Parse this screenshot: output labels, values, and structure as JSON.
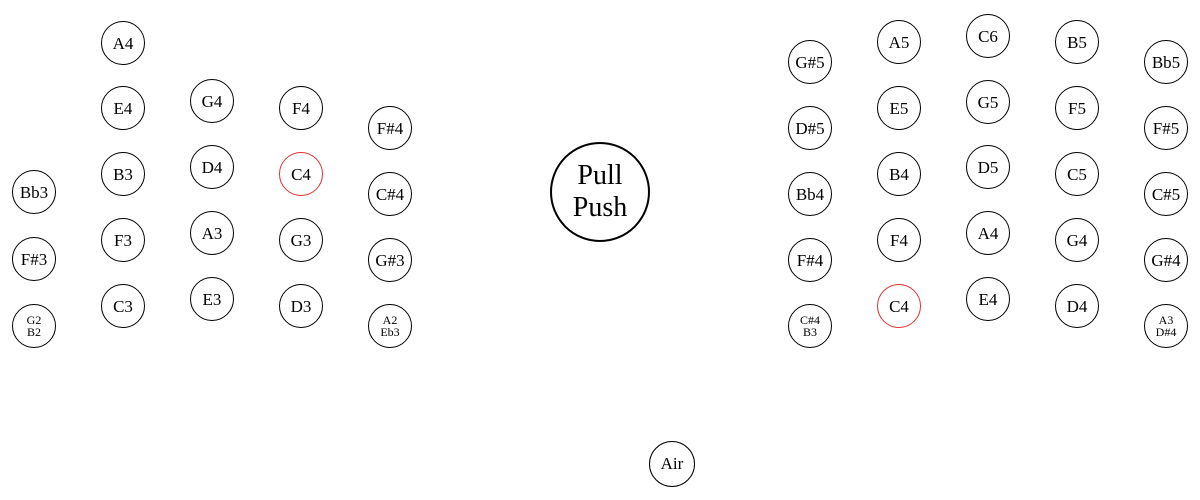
{
  "accent_color": "#e03030",
  "bellows": {
    "line1": "Pull",
    "line2": "Push"
  },
  "air": {
    "label": "Air"
  },
  "left_buttons": [
    {
      "id": "l-a4",
      "labels": [
        "A4"
      ]
    },
    {
      "id": "l-e4",
      "labels": [
        "E4"
      ]
    },
    {
      "id": "l-b3",
      "labels": [
        "B3"
      ]
    },
    {
      "id": "l-f3",
      "labels": [
        "F3"
      ]
    },
    {
      "id": "l-c3",
      "labels": [
        "C3"
      ]
    },
    {
      "id": "l-g4",
      "labels": [
        "G4"
      ]
    },
    {
      "id": "l-d4",
      "labels": [
        "D4"
      ]
    },
    {
      "id": "l-a3",
      "labels": [
        "A3"
      ]
    },
    {
      "id": "l-e3",
      "labels": [
        "E3"
      ]
    },
    {
      "id": "l-f4",
      "labels": [
        "F4"
      ]
    },
    {
      "id": "l-c4",
      "labels": [
        "C4"
      ],
      "accent": true
    },
    {
      "id": "l-g3",
      "labels": [
        "G3"
      ]
    },
    {
      "id": "l-d3",
      "labels": [
        "D3"
      ]
    },
    {
      "id": "l-bb3",
      "labels": [
        "Bb3"
      ]
    },
    {
      "id": "l-fs3",
      "labels": [
        "F#3"
      ]
    },
    {
      "id": "l-g2b2",
      "labels": [
        "G2",
        "B2"
      ]
    },
    {
      "id": "l-fs4",
      "labels": [
        "F#4"
      ]
    },
    {
      "id": "l-cs4",
      "labels": [
        "C#4"
      ]
    },
    {
      "id": "l-gs3",
      "labels": [
        "G#3"
      ]
    },
    {
      "id": "l-a2eb3",
      "labels": [
        "A2",
        "Eb3"
      ]
    }
  ],
  "right_buttons": [
    {
      "id": "r-gs5",
      "labels": [
        "G#5"
      ]
    },
    {
      "id": "r-ds5",
      "labels": [
        "D#5"
      ]
    },
    {
      "id": "r-bb4",
      "labels": [
        "Bb4"
      ]
    },
    {
      "id": "r-fs4",
      "labels": [
        "F#4"
      ]
    },
    {
      "id": "r-cs4b3",
      "labels": [
        "C#4",
        "B3"
      ]
    },
    {
      "id": "r-a5",
      "labels": [
        "A5"
      ]
    },
    {
      "id": "r-e5",
      "labels": [
        "E5"
      ]
    },
    {
      "id": "r-b4",
      "labels": [
        "B4"
      ]
    },
    {
      "id": "r-f4",
      "labels": [
        "F4"
      ]
    },
    {
      "id": "r-c4",
      "labels": [
        "C4"
      ],
      "accent": true
    },
    {
      "id": "r-c6",
      "labels": [
        "C6"
      ]
    },
    {
      "id": "r-g5",
      "labels": [
        "G5"
      ]
    },
    {
      "id": "r-d5",
      "labels": [
        "D5"
      ]
    },
    {
      "id": "r-a4",
      "labels": [
        "A4"
      ]
    },
    {
      "id": "r-e4",
      "labels": [
        "E4"
      ]
    },
    {
      "id": "r-b5",
      "labels": [
        "B5"
      ]
    },
    {
      "id": "r-f5",
      "labels": [
        "F5"
      ]
    },
    {
      "id": "r-c5",
      "labels": [
        "C5"
      ]
    },
    {
      "id": "r-g4",
      "labels": [
        "G4"
      ]
    },
    {
      "id": "r-d4",
      "labels": [
        "D4"
      ]
    },
    {
      "id": "r-bb5",
      "labels": [
        "Bb5"
      ]
    },
    {
      "id": "r-fs5",
      "labels": [
        "F#5"
      ]
    },
    {
      "id": "r-cs5",
      "labels": [
        "C#5"
      ]
    },
    {
      "id": "r-gs4",
      "labels": [
        "G#4"
      ]
    },
    {
      "id": "r-a3ds4",
      "labels": [
        "A3",
        "D#4"
      ]
    }
  ]
}
